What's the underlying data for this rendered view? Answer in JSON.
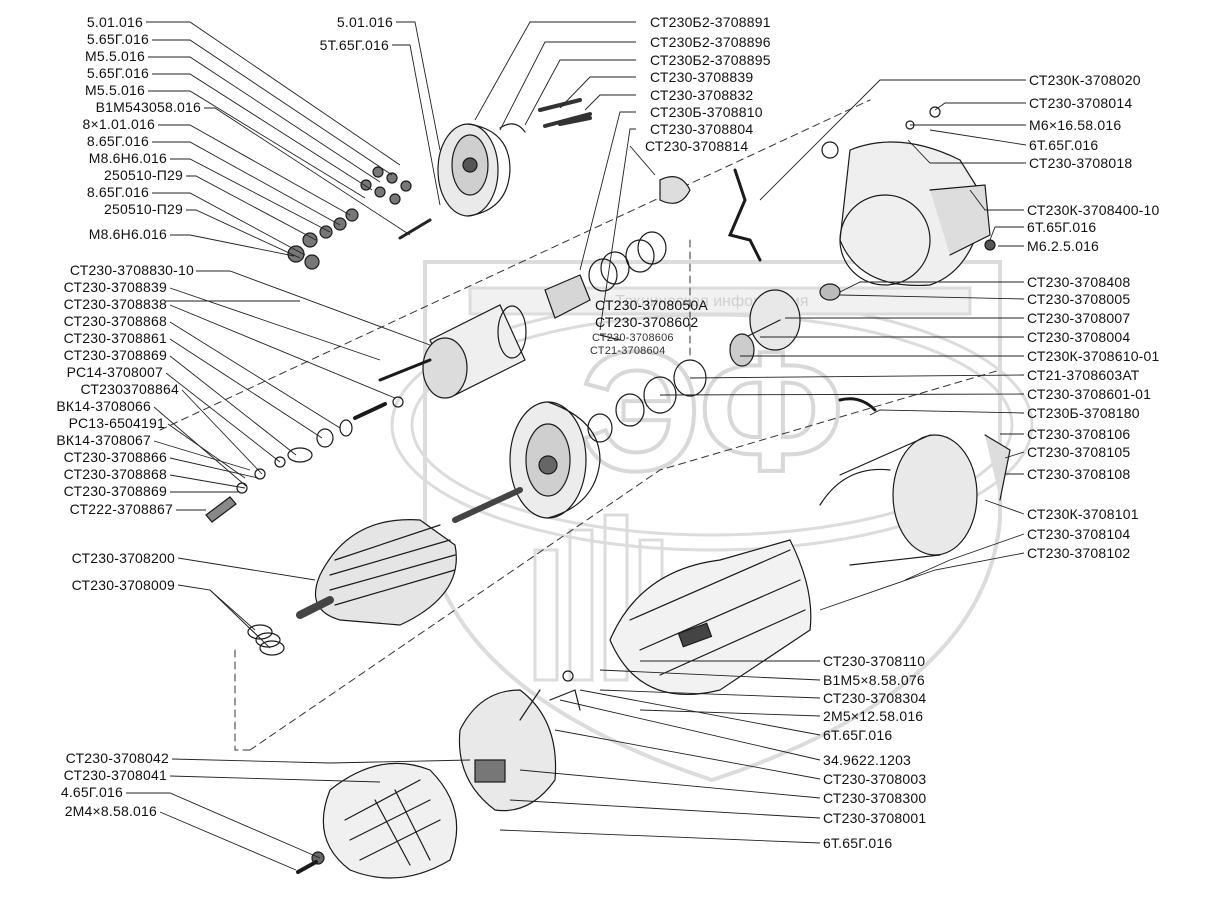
{
  "watermark": {
    "brand": "ЭФ",
    "banner_text": "Техническая информация",
    "color": "#d9d9d9"
  },
  "colors": {
    "ink": "#111111",
    "shade": "#555555",
    "paper": "#ffffff"
  },
  "callouts_left": [
    "5.01.016",
    "5.65Г.016",
    "М5.5.016",
    "5.65Г.016",
    "М5.5.016",
    "В1М543058.016",
    "8×1.01.016",
    "8.65Г.016",
    "М8.6Н6.016",
    "250510-П29",
    "8.65Г.016",
    "250510-П29",
    "М8.6Н6.016",
    "СТ230-3708830-10",
    "СТ230-3708839",
    "СТ230-3708838",
    "СТ230-3708868",
    "СТ230-3708861",
    "СТ230-3708869",
    "РС14-3708007",
    "СТ2303708864",
    "ВК14-3708066",
    "РС13-6504191",
    "ВК14-3708067",
    "СТ230-3708866",
    "СТ230-3708868",
    "СТ230-3708869",
    "СТ222-3708867",
    "СТ230-3708200",
    "СТ230-3708009",
    "СТ230-3708042",
    "СТ230-3708041",
    "4.65Г.016",
    "2М4×8.58.016"
  ],
  "callouts_top": [
    "5.01.016",
    "5Т.65Г.016",
    "СТ230Б2-3708891",
    "СТ230Б2-3708896",
    "СТ230Б2-3708895",
    "СТ230-3708839",
    "СТ230-3708832",
    "СТ230Б-3708810",
    "СТ230-3708804",
    "СТ230-3708814"
  ],
  "callouts_center": [
    "СТ230-3708050А",
    "СТ230-3708602",
    "СТ230-3708606",
    "СТ21-3708604"
  ],
  "callouts_right": [
    "СТ230К-3708020",
    "СТ230-3708014",
    "М6×16.58.016",
    "6Т.65Г.016",
    "СТ230-3708018",
    "СТ230К-3708400-10",
    "6Т.65Г.016",
    "М6.2.5.016",
    "СТ230-3708408",
    "СТ230-3708005",
    "СТ230-3708007",
    "СТ230-3708004",
    "СТ230К-3708610-01",
    "СТ21-3708603АТ",
    "СТ230-3708601-01",
    "СТ230Б-3708180",
    "СТ230-3708106",
    "СТ230-3708105",
    "СТ230-3708108",
    "СТ230К-3708101",
    "СТ230-3708104",
    "СТ230-3708102"
  ],
  "callouts_bottom": [
    "СТ230-3708110",
    "В1М5×8.58.076",
    "СТ230-3708304",
    "2М5×12.58.016",
    "6Т.65Г.016",
    "34.9622.1203",
    "СТ230-3708003",
    "СТ230-3708300",
    "СТ230-3708001",
    "6Т.65Г.016"
  ]
}
